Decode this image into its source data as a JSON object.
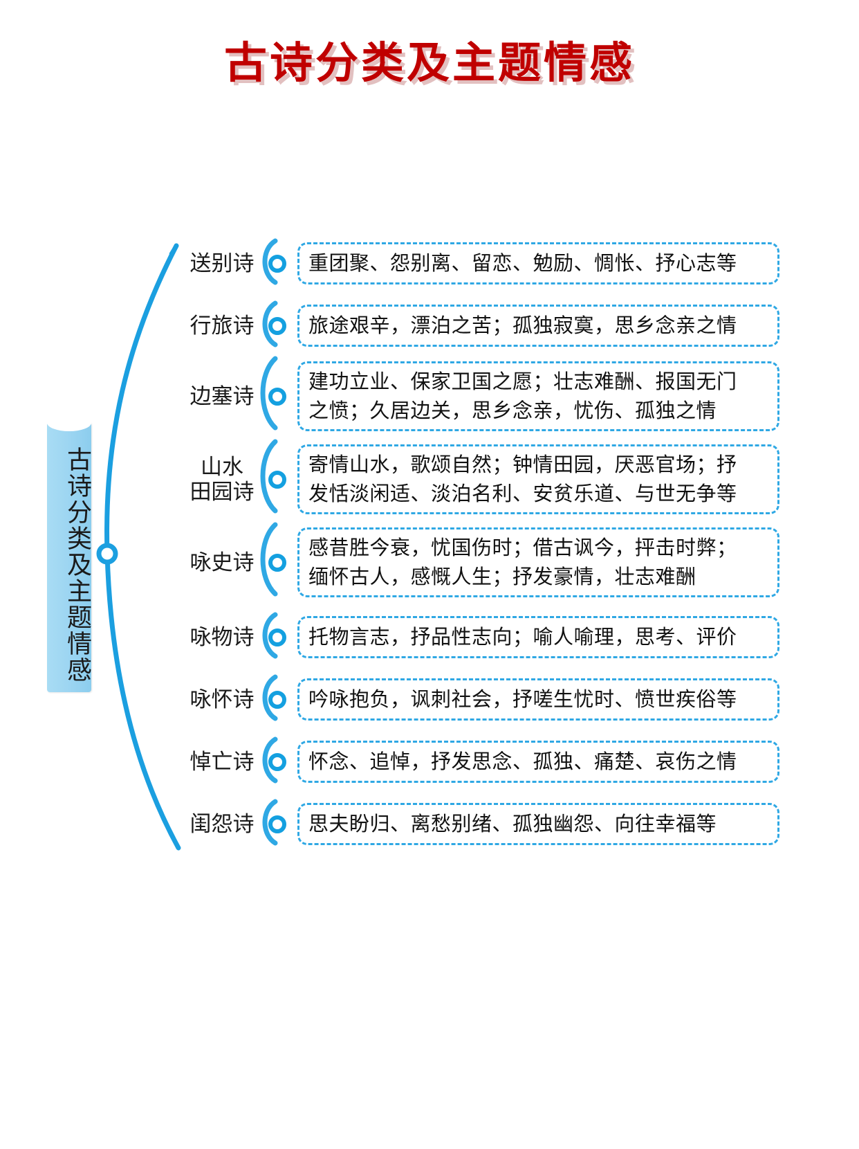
{
  "title": "古诗分类及主题情感",
  "root": {
    "label": "古诗分类及主题情感"
  },
  "colors": {
    "title": "#c00000",
    "accent": "#2fa8e4",
    "node_ring": "#14a0e0",
    "root_fill": "#9ed6f2",
    "text": "#111111"
  },
  "branches": [
    {
      "label": "送别诗",
      "content": "重团聚、怨别离、留恋、勉励、惆怅、抒心志等",
      "lines": 1
    },
    {
      "label": "行旅诗",
      "content": "旅途艰辛，漂泊之苦；孤独寂寞，思乡念亲之情",
      "lines": 1
    },
    {
      "label": "边塞诗",
      "content": "建功立业、保家卫国之愿；壮志难酬、报国无门\n之愤；久居边关，思乡念亲，忧伤、孤独之情",
      "lines": 2
    },
    {
      "label": "山水\n田园诗",
      "content": "寄情山水，歌颂自然；钟情田园，厌恶官场；抒\n发恬淡闲适、淡泊名利、安贫乐道、与世无争等",
      "lines": 2
    },
    {
      "label": "咏史诗",
      "content": "感昔胜今衰，忧国伤时；借古讽今，抨击时弊；\n缅怀古人，感慨人生；抒发豪情，壮志难酬",
      "lines": 2
    },
    {
      "label": "咏物诗",
      "content": "托物言志，抒品性志向；喻人喻理，思考、评价",
      "lines": 1
    },
    {
      "label": "咏怀诗",
      "content": "吟咏抱负，讽刺社会，抒嗟生忧时、愤世疾俗等",
      "lines": 1
    },
    {
      "label": "悼亡诗",
      "content": "怀念、追悼，抒发思念、孤独、痛楚、哀伤之情",
      "lines": 1
    },
    {
      "label": "闺怨诗",
      "content": "思夫盼归、离愁别绪、孤独幽怨、向往幸福等",
      "lines": 1
    }
  ]
}
